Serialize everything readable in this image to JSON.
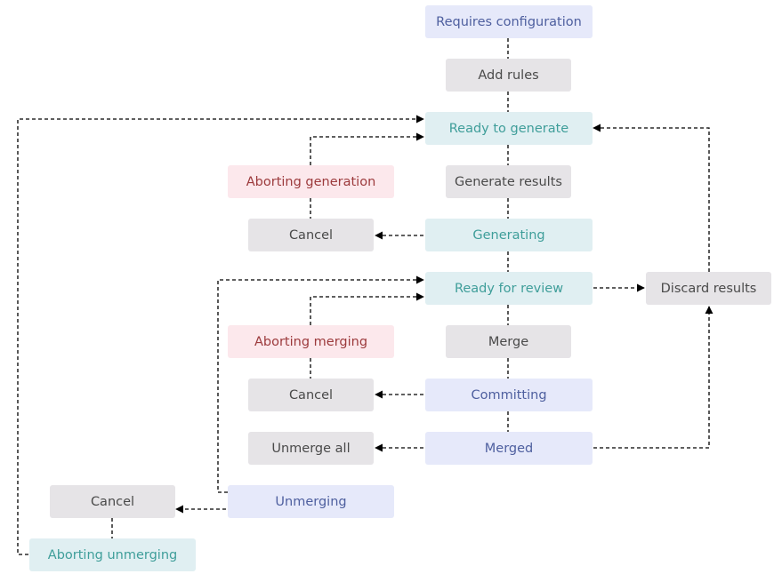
{
  "diagram": {
    "nodes": {
      "requires_configuration": "Requires configuration",
      "add_rules": "Add rules",
      "ready_to_generate": "Ready to generate",
      "aborting_generation": "Aborting generation",
      "generate_results": "Generate results",
      "cancel_generation": "Cancel",
      "generating": "Generating",
      "ready_for_review": "Ready for review",
      "discard_results": "Discard results",
      "aborting_merging": "Aborting merging",
      "merge": "Merge",
      "cancel_commit": "Cancel",
      "committing": "Committing",
      "unmerge_all": "Unmerge all",
      "merged": "Merged",
      "cancel_unmerge": "Cancel",
      "unmerging": "Unmerging",
      "aborting_unmerging": "Aborting unmerging"
    },
    "colors": {
      "status_blue_bg": "#e6e9fa",
      "status_teal_bg": "#e0eff2",
      "status_red_bg": "#fce8ec",
      "action_bg": "#e6e4e7",
      "edge": "#000000"
    }
  }
}
